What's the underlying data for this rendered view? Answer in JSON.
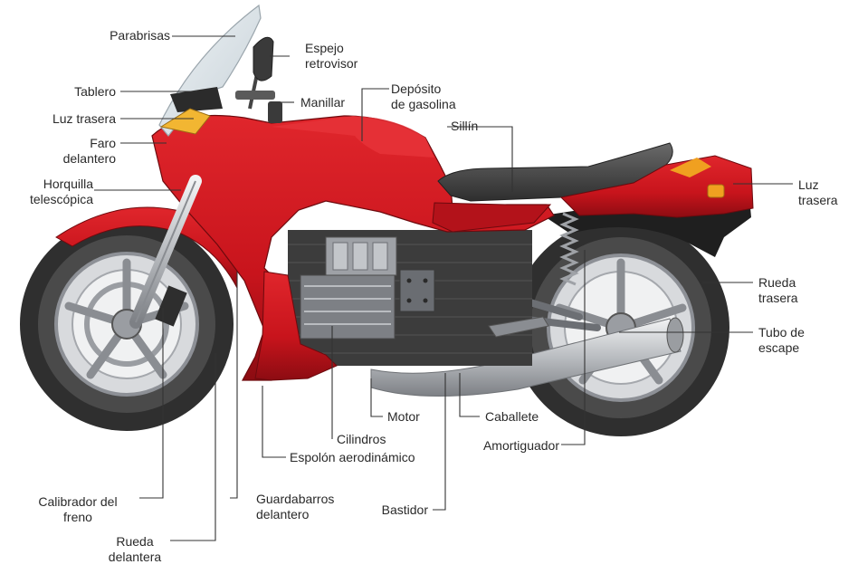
{
  "labels": {
    "parabrisas": "Parabrisas",
    "espejo_1": "Espejo",
    "espejo_2": "retrovisor",
    "tablero": "Tablero",
    "manillar": "Manillar",
    "deposito_1": "Depósito",
    "deposito_2": "de gasolina",
    "sillin": "Sillín",
    "luz_trasera_left": "Luz trasera",
    "faro_1": "Faro",
    "faro_2": "delantero",
    "horquilla_1": "Horquilla",
    "horquilla_2": "telescópica",
    "luz_trasera_right_1": "Luz",
    "luz_trasera_right_2": "trasera",
    "rueda_trasera_1": "Rueda",
    "rueda_trasera_2": "trasera",
    "tubo_1": "Tubo de",
    "tubo_2": "escape",
    "motor": "Motor",
    "caballete": "Caballete",
    "cilindros": "Cilindros",
    "amortiguador": "Amortiguador",
    "espolon": "Espolón aerodinámico",
    "bastidor": "Bastidor",
    "calibrador_1": "Calibrador del",
    "calibrador_2": "freno",
    "guardabarros_1": "Guardabarros",
    "guardabarros_2": "delantero",
    "rueda_delantera_1": "Rueda",
    "rueda_delantera_2": "delantera"
  },
  "colors": {
    "body_red": "#c8141c",
    "body_dark_red": "#8c0c12",
    "tire": "#3a3a3a",
    "rim": "#b8bcc0",
    "seat": "#4a4a4a",
    "engine": "#5a5a5a",
    "chrome": "#c9ccd0",
    "indicator": "#f0a020"
  }
}
